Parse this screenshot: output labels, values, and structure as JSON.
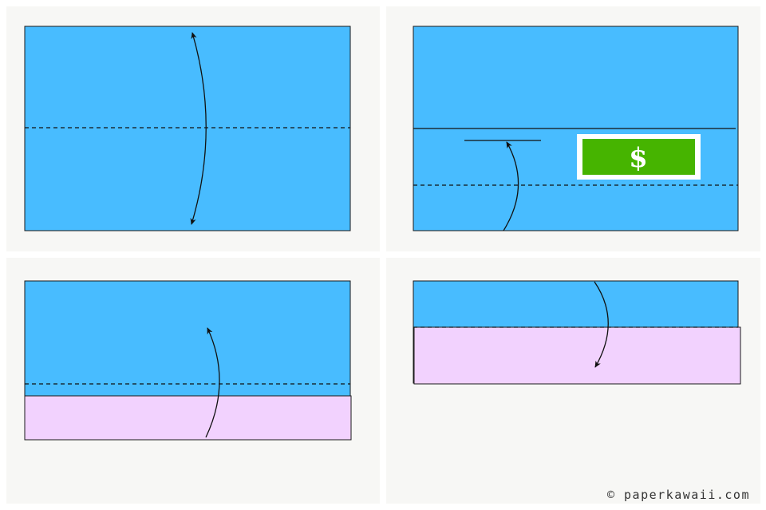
{
  "diagram": {
    "colors": {
      "paper_blue": "#48bcff",
      "paper_pink": "#f2d2fe",
      "bill_green": "#46b400",
      "bill_border": "#ffffff",
      "line": "#111111",
      "panel_bg": "#f7f7f5"
    },
    "steps": [
      {
        "id": "step-1",
        "description_icons": [
          "dashed-fold-line",
          "double-headed-curved-arrow"
        ]
      },
      {
        "id": "step-2",
        "description_icons": [
          "crease-line",
          "dollar-bill-icon",
          "dashed-fold-line",
          "curved-fold-arrow"
        ]
      },
      {
        "id": "step-3",
        "description_icons": [
          "dashed-fold-line",
          "curved-fold-arrow"
        ]
      },
      {
        "id": "step-4",
        "description_icons": [
          "dashed-fold-line",
          "curved-fold-arrow"
        ]
      }
    ],
    "bill_symbol": "$",
    "copyright": "© paperkawaii.com"
  }
}
